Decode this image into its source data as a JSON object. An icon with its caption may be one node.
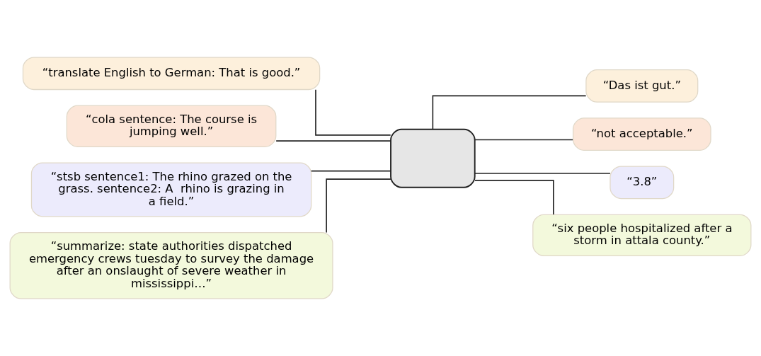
{
  "diagram": {
    "nodes": [
      {
        "text": [
          "“translate English to German: That is good.”"
        ]
      },
      {
        "text": [
          "“cola sentence: The course is jumping well.”"
        ]
      },
      {
        "text": [
          "“stsb sentence1: The rhino grazed on the grass. sentence2: A  rhino is grazing in a field.”"
        ]
      },
      {
        "text": [
          "“summarize: state authorities dispatched emergency crews tuesday to survey the damage after an onslaught of severe weather in mississippi…”"
        ]
      },
      {
        "text": [],
        "shape": "box"
      },
      {
        "text": [
          "“Das ist gut.”"
        ]
      },
      {
        "text": [
          "“not acceptable.”"
        ]
      },
      {
        "text": [
          "“3.8”"
        ]
      },
      {
        "text": [
          "“six people hospitalized after a storm in attala county.”"
        ]
      }
    ],
    "edges": [
      {
        "from": 0,
        "to": 4,
        "arrow": "none"
      },
      {
        "from": 1,
        "to": 4,
        "arrow": "none"
      },
      {
        "from": 2,
        "to": 4,
        "arrow": "none"
      },
      {
        "from": 3,
        "to": 4,
        "arrow": "none"
      },
      {
        "from": 4,
        "to": 5,
        "arrow": "none"
      },
      {
        "from": 4,
        "to": 6,
        "arrow": "none"
      },
      {
        "from": 4,
        "to": 7,
        "arrow": "none"
      },
      {
        "from": 4,
        "to": 8,
        "arrow": "none"
      }
    ]
  }
}
